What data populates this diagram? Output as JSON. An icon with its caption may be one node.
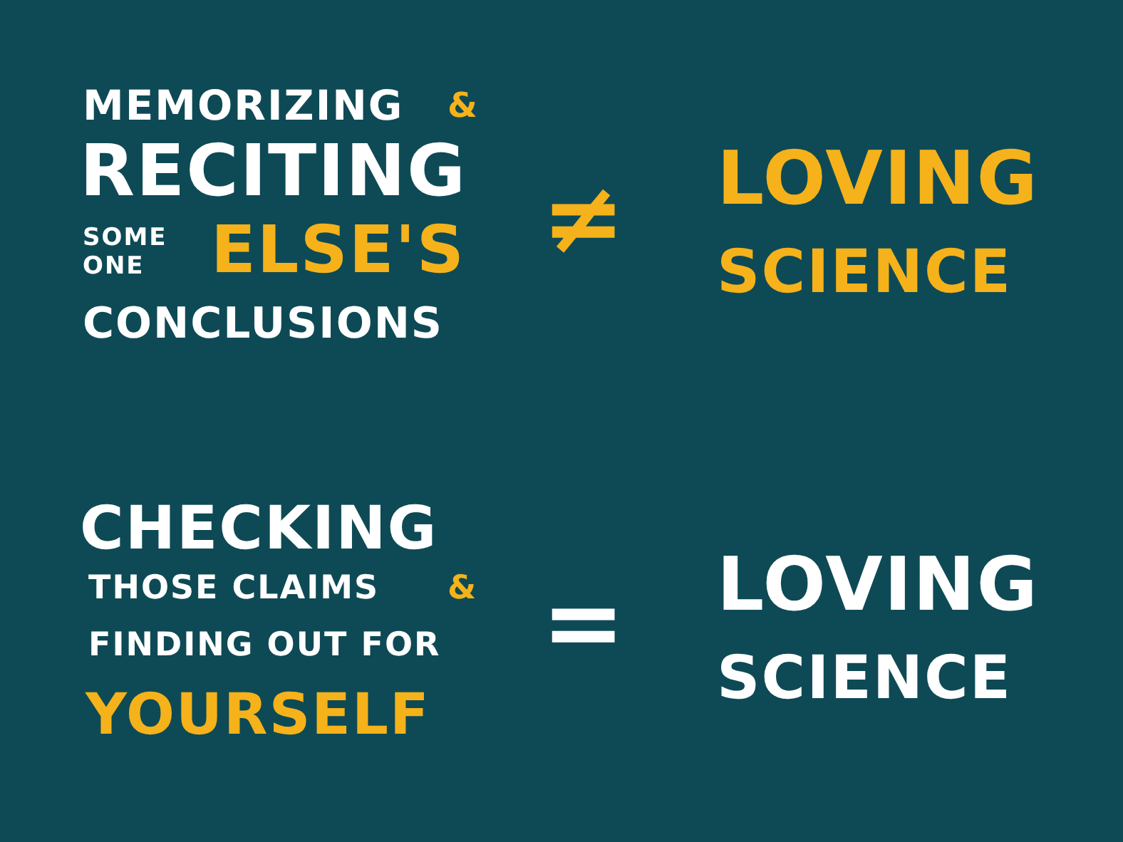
{
  "diagram": {
    "labels": [
      "MEMORIZING",
      "&",
      "RECITING",
      "SOME ONE",
      "ELSE'S",
      "CONCLUSIONS",
      "≠",
      "LOVING",
      "SCIENCE",
      "CHECKING",
      "THOSE CLAIMS",
      "&",
      "FINDING OUT FOR",
      "YOURSELF",
      "=",
      "LOVING",
      "SCIENCE"
    ]
  }
}
